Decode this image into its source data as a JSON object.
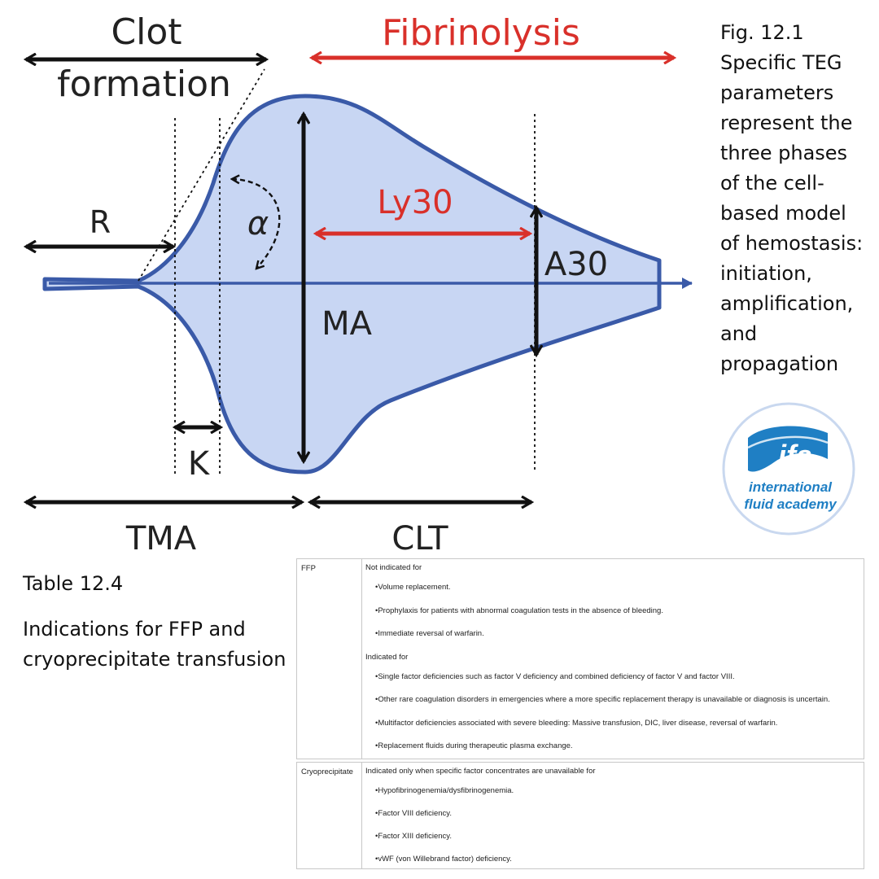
{
  "figure": {
    "labels": {
      "clot_formation_1": "Clot",
      "clot_formation_2": "formation",
      "fibrinolysis": "Fibrinolysis",
      "r": "R",
      "alpha": "α",
      "ly30": "Ly30",
      "a30": "A30",
      "ma": "MA",
      "k": "K",
      "tma": "TMA",
      "clt": "CLT"
    },
    "colors": {
      "fill": "#c8d6f3",
      "outline": "#3a5aa8",
      "arrow": "#111111",
      "accent": "#d9302a"
    },
    "caption": [
      "Fig. 12.1",
      "Specific TEG",
      "parameters",
      "represent the",
      "three phases",
      "of the cell-",
      "based model",
      "of hemostasis:",
      "initiation,",
      "amplification,",
      "and",
      "propagation"
    ]
  },
  "logo": {
    "mark": "ifa",
    "line1": "international",
    "line2": "fluid academy",
    "color": "#1f7fc4"
  },
  "table_side": {
    "label": "Table 12.4",
    "desc": [
      "Indications for FFP and",
      "cryoprecipitate transfusion"
    ]
  },
  "table": {
    "ffp": {
      "name": "FFP",
      "not_indicated_header": "Not indicated for",
      "not_indicated": [
        "Volume replacement.",
        "Prophylaxis for patients with abnormal coagulation tests in the absence of bleeding.",
        "Immediate reversal of warfarin."
      ],
      "indicated_header": "Indicated for",
      "indicated": [
        "Single factor deficiencies such as factor V deficiency and combined deficiency of factor V and factor VIII.",
        "Other rare coagulation disorders in emergencies where a more specific replacement therapy is unavailable or diagnosis is uncertain.",
        "Multifactor deficiencies associated with severe bleeding: Massive transfusion, DIC, liver disease, reversal of warfarin.",
        "Replacement fluids during therapeutic plasma exchange."
      ]
    },
    "cryo": {
      "name": "Cryoprecipitate",
      "header": "Indicated only when specific factor concentrates are unavailable for",
      "items": [
        "Hypofibrinogenemia/dysfibrinogenemia.",
        "Factor VIII deficiency.",
        "Factor XIII deficiency.",
        "vWF (von Willebrand factor) deficiency."
      ]
    }
  }
}
